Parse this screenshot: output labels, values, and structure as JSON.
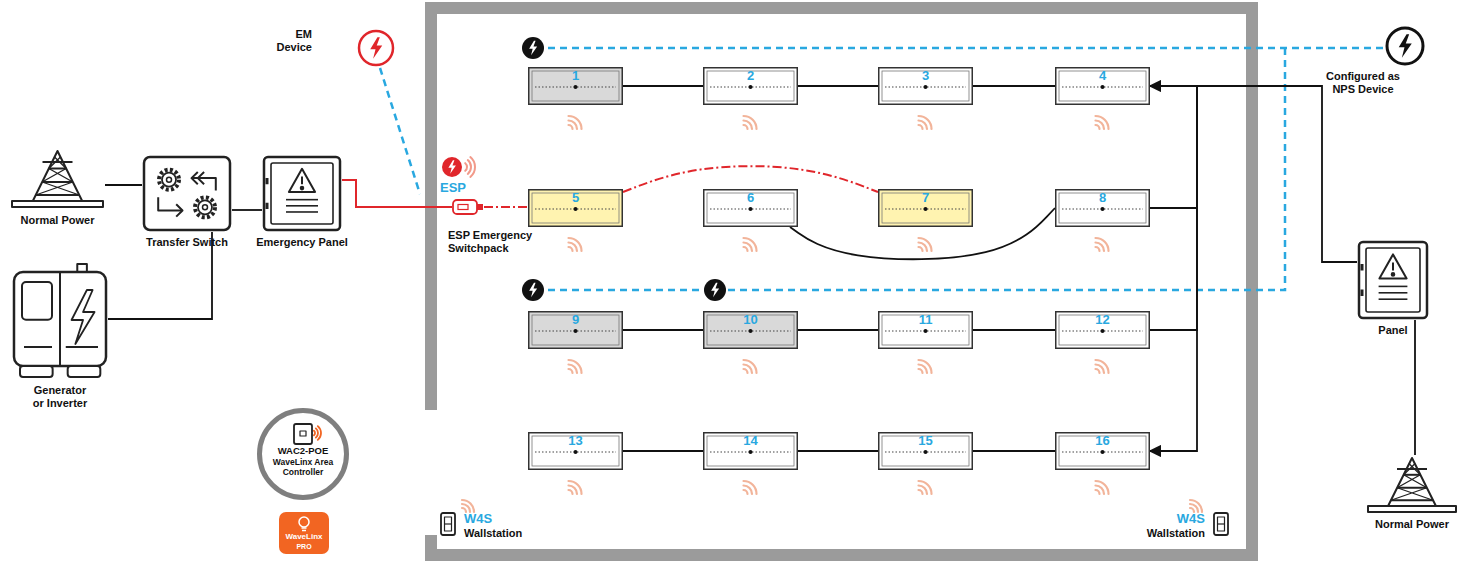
{
  "diagram": {
    "nodes": [
      {
        "text": [
          "Normal Power"
        ]
      },
      {
        "text": [
          "Transfer Switch"
        ]
      },
      {
        "text": [
          "Emergency Panel"
        ]
      },
      {
        "text": [
          "Generator or Inverter"
        ]
      },
      {
        "text": [
          "ESP Emergency Switchpack"
        ]
      },
      {
        "text": [
          "WAC2-POE",
          "WaveLinx Area Controller"
        ]
      },
      {
        "text": [
          "WaveLinx",
          "PRO"
        ]
      },
      {
        "text": [
          "1"
        ]
      },
      {
        "text": [
          "2"
        ]
      },
      {
        "text": [
          "3"
        ]
      },
      {
        "text": [
          "4"
        ]
      },
      {
        "text": [
          "5"
        ]
      },
      {
        "text": [
          "6"
        ]
      },
      {
        "text": [
          "7"
        ]
      },
      {
        "text": [
          "8"
        ]
      },
      {
        "text": [
          "9"
        ]
      },
      {
        "text": [
          "10"
        ]
      },
      {
        "text": [
          "11"
        ]
      },
      {
        "text": [
          "12"
        ]
      },
      {
        "text": [
          "13"
        ]
      },
      {
        "text": [
          "14"
        ]
      },
      {
        "text": [
          "15"
        ]
      },
      {
        "text": [
          "16"
        ]
      },
      {
        "text": [
          "W4S",
          "Wallstation"
        ]
      },
      {
        "text": [
          "W4S",
          "Wallstation"
        ]
      },
      {
        "text": [
          "Panel"
        ]
      },
      {
        "text": [
          "Normal Power"
        ]
      }
    ],
    "edges": [
      {
        "from": 0,
        "to": 1,
        "arrow": "none"
      },
      {
        "from": 3,
        "to": 1,
        "arrow": "none"
      },
      {
        "from": 1,
        "to": 2,
        "arrow": "none"
      },
      {
        "from": 2,
        "to": 4,
        "arrow": "none"
      },
      {
        "from": 4,
        "to": 11,
        "arrow": "none"
      },
      {
        "from": 11,
        "to": 13,
        "arrow": "none"
      },
      {
        "from": 7,
        "to": 8,
        "arrow": "none"
      },
      {
        "from": 8,
        "to": 9,
        "arrow": "none"
      },
      {
        "from": 9,
        "to": 10,
        "arrow": "none"
      },
      {
        "from": 12,
        "to": 14,
        "arrow": "none"
      },
      {
        "from": 15,
        "to": 16,
        "arrow": "none"
      },
      {
        "from": 16,
        "to": 17,
        "arrow": "none"
      },
      {
        "from": 17,
        "to": 18,
        "arrow": "none"
      },
      {
        "from": 19,
        "to": 20,
        "arrow": "none"
      },
      {
        "from": 20,
        "to": 21,
        "arrow": "none"
      },
      {
        "from": 21,
        "to": 22,
        "arrow": "none"
      },
      {
        "from": 26,
        "to": 25,
        "arrow": "none"
      },
      {
        "from": 25,
        "to": 10,
        "arrow": "to"
      },
      {
        "from": 10,
        "to": 14,
        "arrow": "none"
      },
      {
        "from": 10,
        "to": 18,
        "arrow": "none"
      },
      {
        "from": 10,
        "to": 22,
        "arrow": "to"
      }
    ],
    "labels": [
      "EM Device",
      "ESP",
      "Configured as NPS Device"
    ]
  }
}
